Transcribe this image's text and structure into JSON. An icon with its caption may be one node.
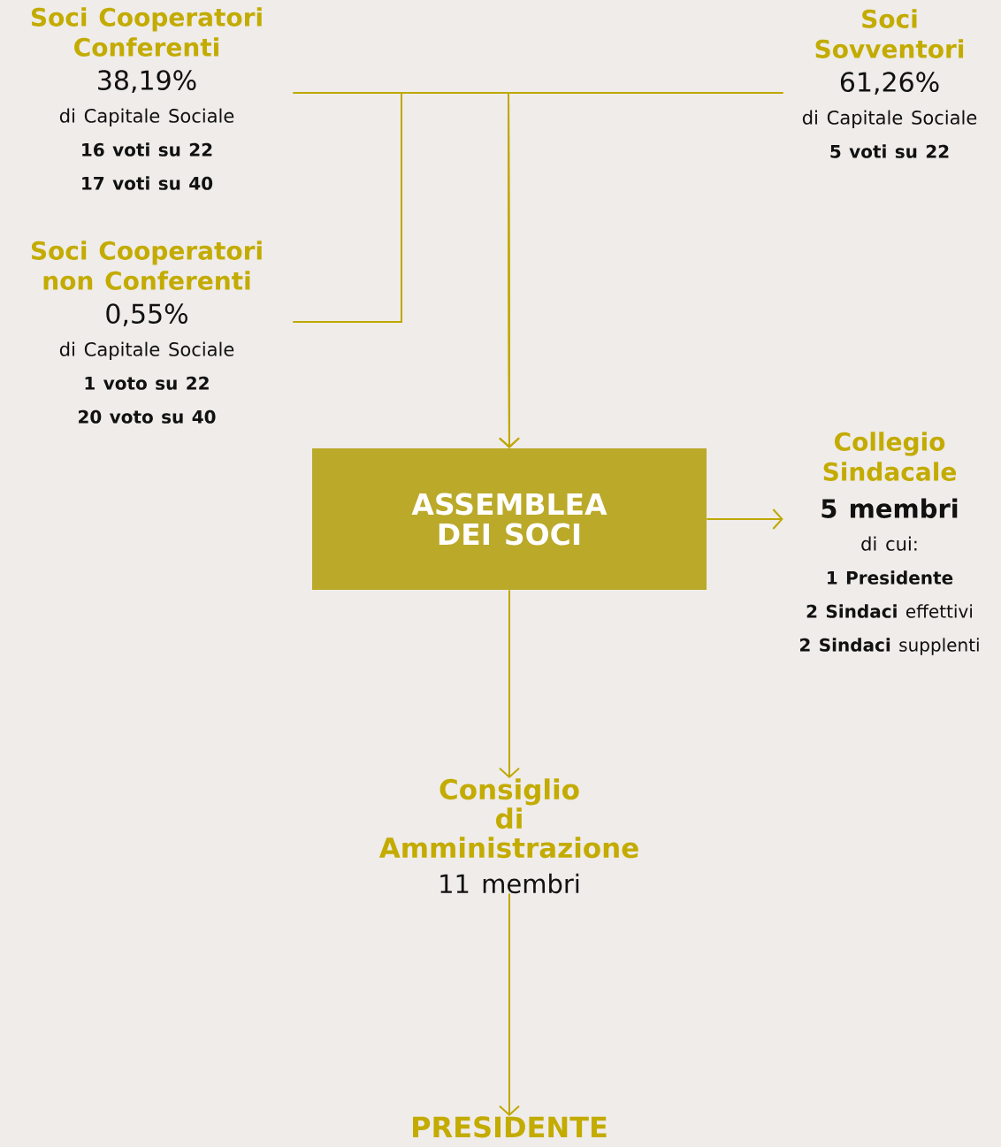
{
  "diagram": {
    "nodes": [
      {
        "text": [
          "Soci Cooperatori Conferenti",
          "38,19%",
          "di Capitale Sociale",
          "16 voti su 22",
          "17 voti su 40"
        ]
      },
      {
        "text": [
          "Soci Sovventori",
          "61,26%",
          "di Capitale Sociale",
          "5 voti su 22"
        ]
      },
      {
        "text": [
          "Soci Cooperatori non Conferenti",
          "0,55%",
          "di Capitale Sociale",
          "1 voto su 22",
          "20 voto su 40"
        ]
      },
      {
        "text": [
          "ASSEMBLEA DEI SOCI"
        ]
      },
      {
        "text": [
          "Collegio Sindacale",
          "5 membri",
          "di cui:",
          "1 Presidente",
          "**2 Sindaci** effettivi",
          "**2 Sindaci** supplenti"
        ]
      },
      {
        "text": [
          "Consiglio di Amministrazione",
          "11 membri"
        ]
      },
      {
        "text": [
          "PRESIDENTE"
        ]
      }
    ],
    "edges": [
      {
        "from": 0,
        "to": 3,
        "arrow": "to"
      },
      {
        "from": 1,
        "to": 3,
        "arrow": "to"
      },
      {
        "from": 2,
        "to": 3,
        "arrow": "to"
      },
      {
        "from": 3,
        "to": 4,
        "arrow": "to"
      },
      {
        "from": 3,
        "to": 5,
        "arrow": "to"
      },
      {
        "from": 5,
        "to": 6,
        "arrow": "to"
      }
    ]
  }
}
